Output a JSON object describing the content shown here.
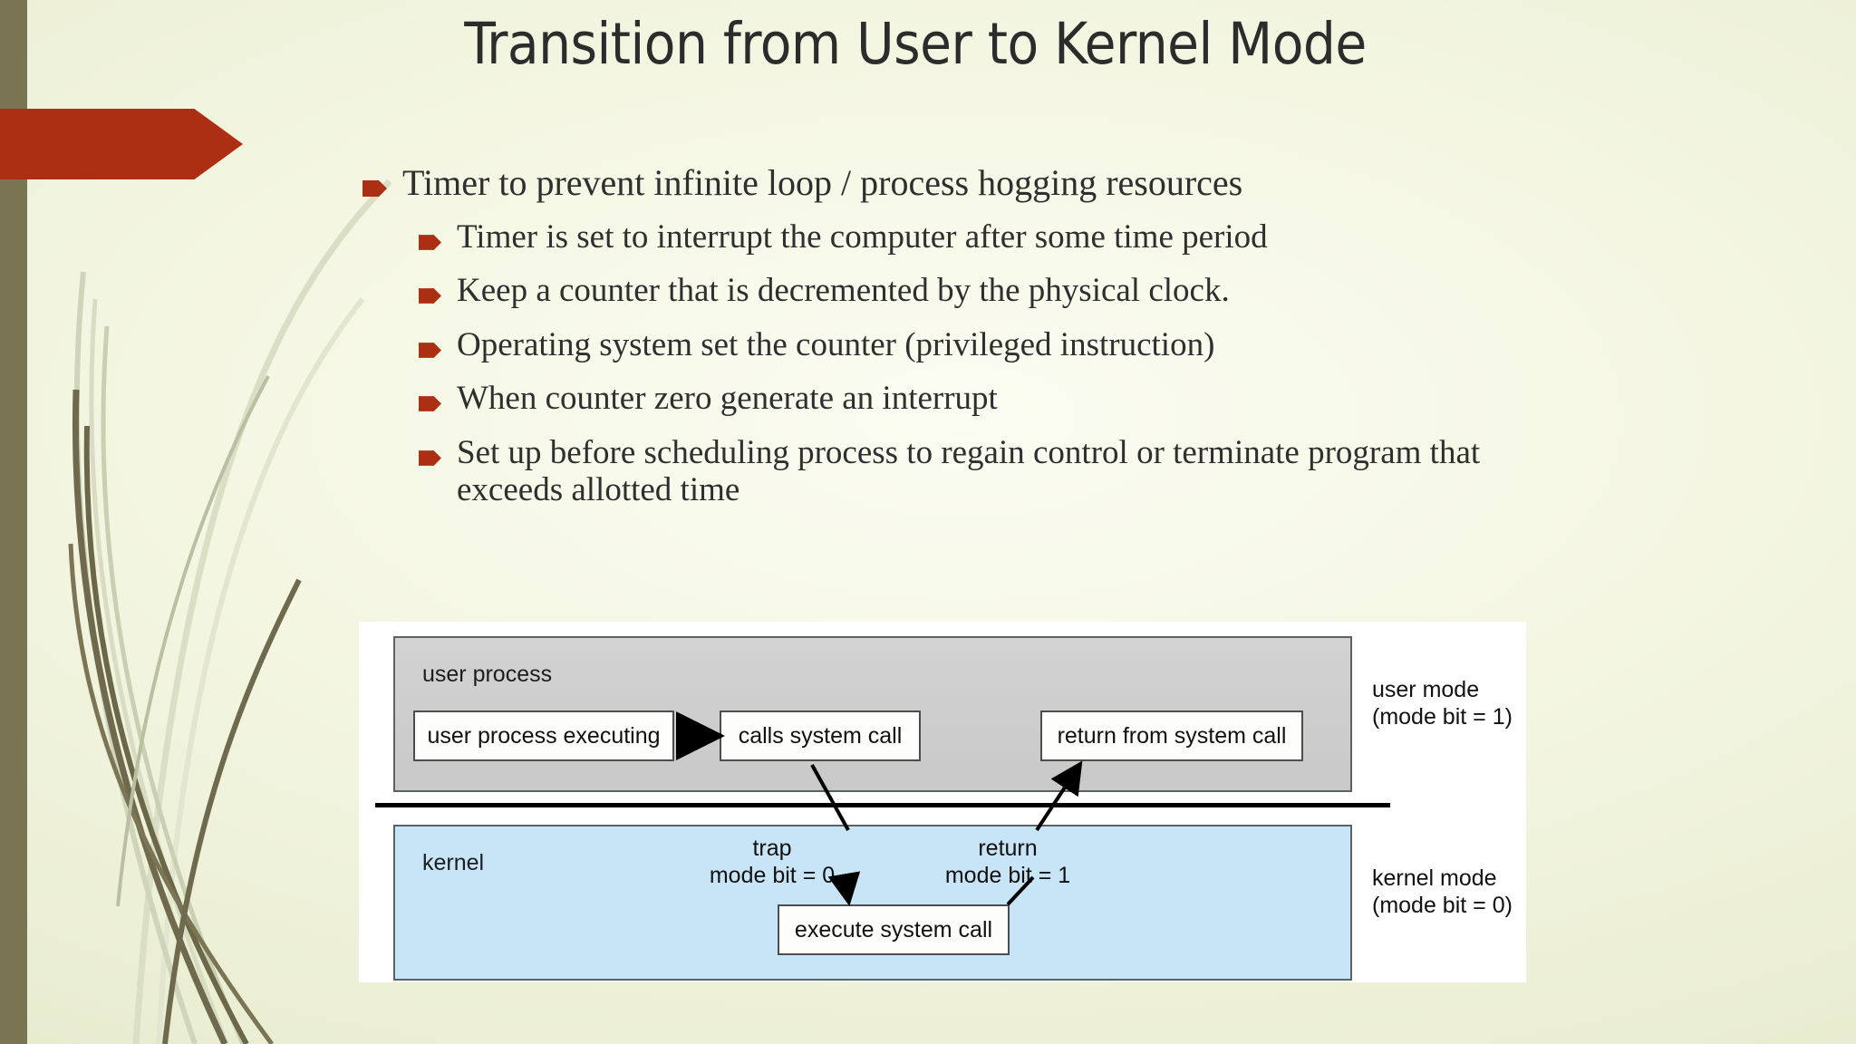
{
  "slide": {
    "title": "Transition from User to Kernel Mode",
    "accent_red": "#ac2f13",
    "bar_olive": "#7b7452",
    "background": "#eaeed2"
  },
  "bullets": [
    {
      "level": 1,
      "text": "Timer to prevent infinite loop / process hogging resources"
    },
    {
      "level": 2,
      "text": "Timer is set to interrupt the computer after some time period"
    },
    {
      "level": 2,
      "text": "Keep a counter that is decremented by the physical clock."
    },
    {
      "level": 2,
      "text": "Operating system set the counter (privileged instruction)"
    },
    {
      "level": 2,
      "text": "When counter zero generate an interrupt"
    },
    {
      "level": 2,
      "text": "Set up before scheduling process to regain control or terminate program that exceeds allotted time"
    }
  ],
  "figure": {
    "user_band_label": "user process",
    "kernel_band_label": "kernel",
    "user_band_color": "#cdcdcd",
    "kernel_band_color": "#c7e5f7",
    "boxes": {
      "user_process_executing": "user process executing",
      "calls_system_call": "calls system call",
      "return_from_system_call": "return from system call",
      "execute_system_call": "execute system call"
    },
    "transition_labels": {
      "trap_title": "trap",
      "trap_mode": "mode bit = 0",
      "return_title": "return",
      "return_mode": "mode bit = 1"
    },
    "side_labels": {
      "user_mode_title": "user mode",
      "user_mode_bit": "(mode bit = 1)",
      "kernel_mode_title": "kernel mode",
      "kernel_mode_bit": "(mode bit = 0)"
    }
  }
}
